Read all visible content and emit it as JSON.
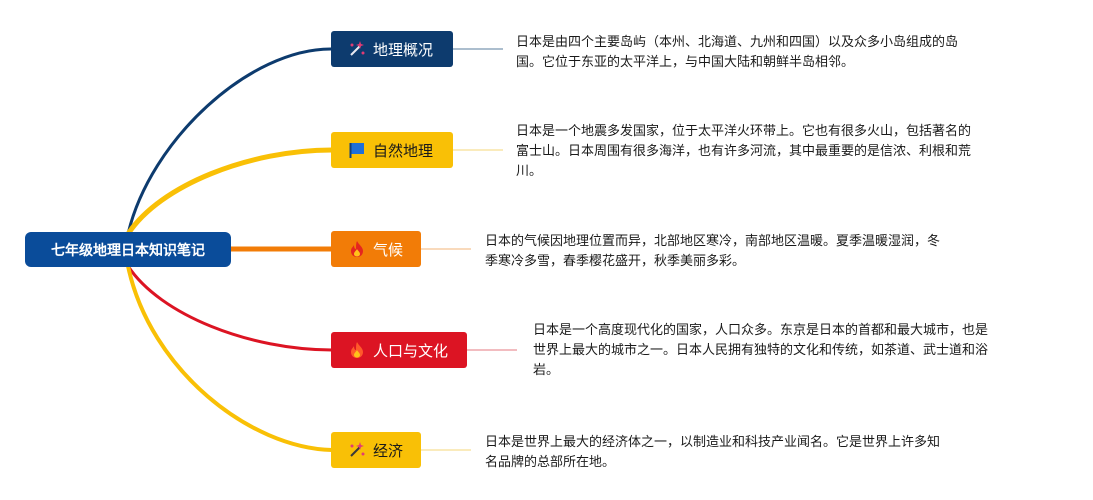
{
  "root": {
    "label": "七年级地理日本知识笔记"
  },
  "colors": {
    "root": "#0a4c9a",
    "navy": "#0d3b6e",
    "yellow": "#f9c006",
    "orange": "#f27c07",
    "red": "#dc1423"
  },
  "topics": [
    {
      "label": "地理概况",
      "icon": "sparkle-wand-icon",
      "color": "#0d3b6e",
      "note": [
        "日本是由四个主要岛屿（本州、北海道、九州和四国）以及众多小岛组成的岛",
        "国。它位于东亚的太平洋上，与中国大陆和朝鲜半岛相邻。"
      ]
    },
    {
      "label": "自然地理",
      "icon": "flag-icon",
      "color": "#f9c006",
      "note": [
        "日本是一个地震多发国家，位于太平洋火环带上。它也有很多火山，包括著名的",
        "富士山。日本周围有很多海洋，也有许多河流，其中最重要的是信浓、利根和荒",
        "川。"
      ]
    },
    {
      "label": "气候",
      "icon": "fire-icon",
      "color": "#f27c07",
      "note": [
        "日本的气候因地理位置而异，北部地区寒冷，南部地区温暖。夏季温暖湿润，冬",
        "季寒冷多雪，春季樱花盛开，秋季美丽多彩。"
      ]
    },
    {
      "label": "人口与文化",
      "icon": "fire-icon",
      "color": "#dc1423",
      "note": [
        "日本是一个高度现代化的国家，人口众多。东京是日本的首都和最大城市，也是",
        "世界上最大的城市之一。日本人民拥有独特的文化和传统，如茶道、武士道和浴",
        "岩。"
      ]
    },
    {
      "label": "经济",
      "icon": "sparkle-wand-icon",
      "color": "#f9c006",
      "note": [
        "日本是世界上最大的经济体之一，以制造业和科技产业闻名。它是世界上许多知",
        "名品牌的总部所在地。"
      ]
    }
  ]
}
